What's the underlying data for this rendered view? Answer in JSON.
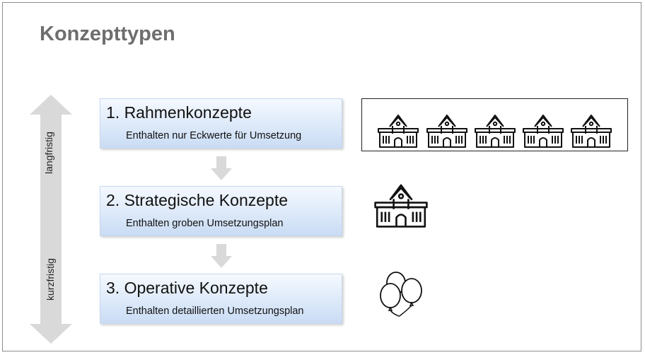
{
  "title": "Konzepttypen",
  "axis": {
    "top_label": "langfristig",
    "bottom_label": "kurzfristig"
  },
  "concepts": [
    {
      "title": "1. Rahmenkonzepte",
      "subtitle": "Enthalten nur Eckwerte für Umsetzung",
      "icon": "school-building-icon"
    },
    {
      "title": "2. Strategische Konzepte",
      "subtitle": "Enthalten groben Umsetzungsplan",
      "icon": "school-building-icon"
    },
    {
      "title": "3. Operative Konzepte",
      "subtitle": "Enthalten detaillierten Umsetzungsplan",
      "icon": "balloons-icon"
    }
  ],
  "colors": {
    "title": "#6e6e6e",
    "arrow": "#d9d9d9",
    "box_top": "#f5f9ff",
    "box_bottom": "#c9dcf4"
  }
}
